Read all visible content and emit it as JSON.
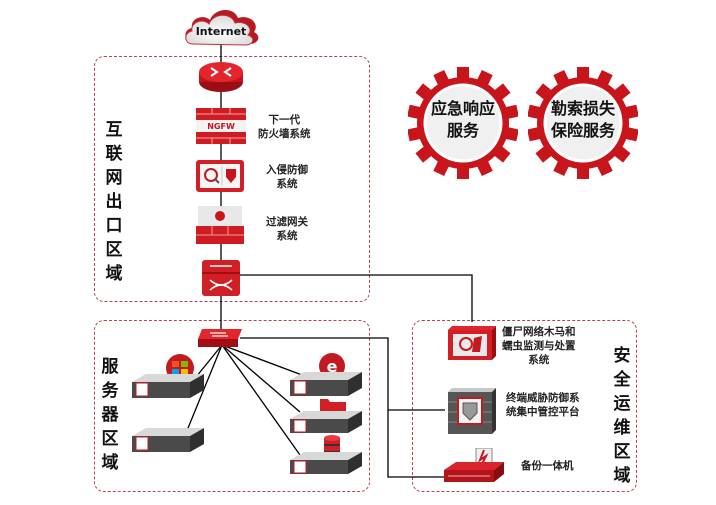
{
  "diagram": {
    "cloud": {
      "label": "Internet"
    },
    "zones": {
      "internet_exit": {
        "label": [
          "互",
          "联",
          "网",
          "出",
          "口",
          "区",
          "域"
        ]
      },
      "server": {
        "label": [
          "服",
          "务",
          "器",
          "区",
          "域"
        ]
      },
      "security_ops": {
        "label": [
          "安",
          "全",
          "运",
          "维",
          "区",
          "域"
        ]
      }
    },
    "devices": {
      "router": {
        "label": ""
      },
      "ngfw": {
        "badge": "NGFW",
        "label_lines": [
          "下一代",
          "防火墙系统"
        ]
      },
      "ips": {
        "label_lines": [
          "入侵防御",
          "系统"
        ]
      },
      "gateway": {
        "label_lines": [
          "过滤网关",
          "系统"
        ]
      },
      "core_switch": {
        "label": ""
      },
      "server_switch": {
        "label": ""
      },
      "botnet": {
        "label_lines": [
          "僵尸网络木马和",
          "蠕虫监测与处置",
          "系统"
        ]
      },
      "edr": {
        "label_lines": [
          "终端威胁防御系",
          "统集中管控平台"
        ]
      },
      "backup": {
        "label_lines": [
          "备份一体机"
        ]
      }
    },
    "servers": [
      {
        "app_icon": "windows-icon"
      },
      {
        "app_icon": "none"
      },
      {
        "app_icon": "ie-browser-icon"
      },
      {
        "app_icon": "folder-icon"
      },
      {
        "app_icon": "database-icon"
      }
    ],
    "services": [
      {
        "label_lines": [
          "应急响应",
          "服务"
        ]
      },
      {
        "label_lines": [
          "勒索损失",
          "保险服务"
        ]
      }
    ],
    "colors": {
      "brand_red": "#d0161e",
      "dark_red": "#a10e14",
      "zone_border": "#b0484e",
      "wire": "#000000",
      "gear_face": "#f0f0f0"
    }
  }
}
